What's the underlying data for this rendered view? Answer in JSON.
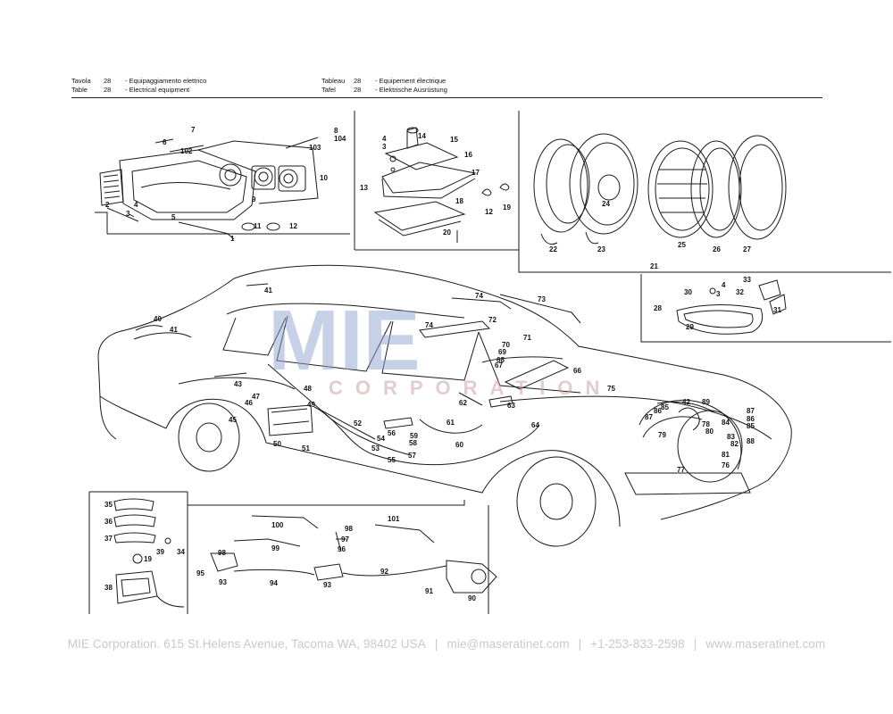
{
  "header": {
    "left": [
      {
        "label": "Tavola",
        "number": "28",
        "title": "- Equipaggiamento elettrico"
      },
      {
        "label": "Table",
        "number": "28",
        "title": "- Electrical equipment"
      }
    ],
    "right": [
      {
        "label": "Tableau",
        "number": "28",
        "title": "- Equipement électrique"
      },
      {
        "label": "Tafel",
        "number": "28",
        "title": "- Elektrische Ausrüstung"
      }
    ]
  },
  "watermark": {
    "logo": "MIE",
    "subtitle": "CORPORATION",
    "color": "#8da2cf"
  },
  "callouts": {
    "taillight": [
      "6",
      "7",
      "102",
      "8",
      "104",
      "103",
      "10",
      "9",
      "2",
      "3",
      "4",
      "5",
      "11",
      "12",
      "1"
    ],
    "relay": [
      "4",
      "3",
      "14",
      "15",
      "16",
      "17",
      "13",
      "18",
      "12",
      "19",
      "20"
    ],
    "headlamp": [
      "22",
      "23",
      "24",
      "25",
      "26",
      "27",
      "21"
    ],
    "foglamp": [
      "33",
      "4",
      "3",
      "30",
      "32",
      "28",
      "31",
      "29"
    ],
    "car": [
      "41",
      "40",
      "41",
      "74",
      "73",
      "74",
      "72",
      "71",
      "70",
      "69",
      "68",
      "67",
      "66",
      "75",
      "43",
      "48",
      "47",
      "46",
      "49",
      "45",
      "52",
      "50",
      "51",
      "56",
      "54",
      "53",
      "61",
      "62",
      "63",
      "59",
      "58",
      "57",
      "60",
      "64",
      "55",
      "42",
      "89",
      "87",
      "86",
      "85",
      "84",
      "78",
      "79",
      "80",
      "83",
      "82",
      "81",
      "77",
      "76",
      "88",
      "87",
      "86",
      "85"
    ],
    "plate_lamp": [
      "35",
      "36",
      "37",
      "39",
      "34",
      "19",
      "38"
    ],
    "wiper": [
      "100",
      "98",
      "97",
      "96",
      "101",
      "99",
      "98",
      "95",
      "93",
      "94",
      "93",
      "92",
      "91",
      "90"
    ]
  },
  "footer": {
    "company": "MIE Corporation. 615 St.Helens Avenue, Tacoma WA, 98402 USA",
    "email": "mie@maseratinet.com",
    "phone": "+1-253-833-2598",
    "website": "www.maseratinet.com"
  }
}
